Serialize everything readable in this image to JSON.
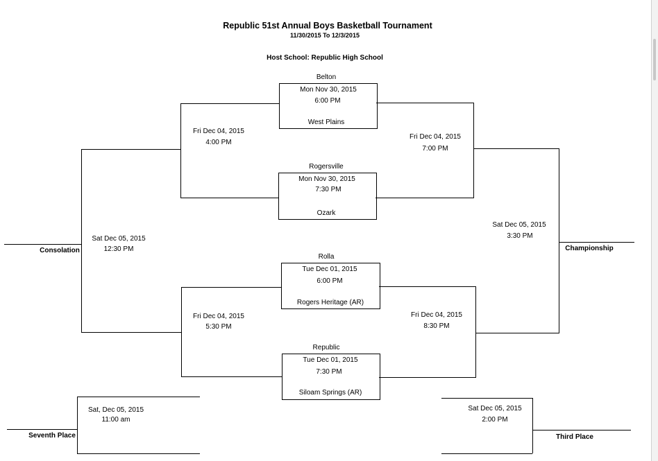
{
  "header": {
    "title": "Republic 51st Annual Boys Basketball Tournament",
    "dates": "11/30/2015 To 12/3/2015",
    "host": "Host School:  Republic High School"
  },
  "round1": [
    {
      "team_top": "Belton",
      "date": "Mon Nov 30, 2015",
      "time": "6:00 PM",
      "team_bottom": "West Plains"
    },
    {
      "team_top": "Rogersville",
      "date": "Mon Nov 30, 2015",
      "time": "7:30 PM",
      "team_bottom": "Ozark"
    },
    {
      "team_top": "Rolla",
      "date": "Tue Dec 01, 2015",
      "time": "6:00 PM",
      "team_bottom": "Rogers Heritage (AR)"
    },
    {
      "team_top": "Republic",
      "date": "Tue Dec 01, 2015",
      "time": "7:30 PM",
      "team_bottom": "Siloam Springs (AR)"
    }
  ],
  "consolation_semis": [
    {
      "date": "Fri Dec 04, 2015",
      "time": "4:00 PM"
    },
    {
      "date": "Fri Dec 04, 2015",
      "time": "5:30 PM"
    }
  ],
  "winner_semis": [
    {
      "date": "Fri Dec 04, 2015",
      "time": "7:00 PM"
    },
    {
      "date": "Fri Dec 04, 2015",
      "time": "8:30 PM"
    }
  ],
  "consolation_final": {
    "date": "Sat Dec 05, 2015",
    "time": "12:30 PM",
    "label": "Consolation"
  },
  "championship": {
    "date": "Sat Dec 05, 2015",
    "time": "3:30 PM",
    "label": "Championship"
  },
  "seventh_place": {
    "date": "Sat, Dec 05, 2015",
    "time": "11:00 am",
    "label": "Seventh Place"
  },
  "third_place": {
    "date": "Sat Dec 05, 2015",
    "time": "2:00 PM",
    "label": "Third Place"
  }
}
